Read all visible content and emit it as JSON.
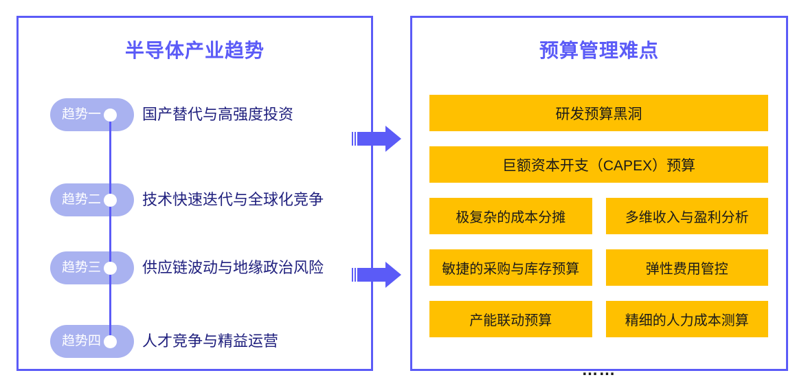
{
  "left_panel": {
    "title": "半导体产业趋势",
    "trends": [
      {
        "label": "趋势一",
        "text": "国产替代与高强度投资"
      },
      {
        "label": "趋势二",
        "text": "技术快速迭代与全球化竞争"
      },
      {
        "label": "趋势三",
        "text": "供应链波动与地缘政治风险"
      },
      {
        "label": "趋势四",
        "text": "人才竞争与精益运营"
      }
    ]
  },
  "right_panel": {
    "title": "预算管理难点",
    "full_width_items": [
      "研发预算黑洞",
      "巨额资本开支（CAPEX）预算"
    ],
    "grid_items": [
      [
        "极复杂的成本分摊",
        "多维收入与盈利分析"
      ],
      [
        "敏捷的采购与库存预算",
        "弹性费用管控"
      ],
      [
        "产能联动预算",
        "精细的人力成本测算"
      ]
    ],
    "ellipsis": "……"
  },
  "colors": {
    "accent_blue": "#5b5bf7",
    "pill_periwinkle": "#a9b2f0",
    "box_gold": "#ffc000",
    "trend_text_navy": "#20207e",
    "box_text": "#1a1a1a"
  }
}
